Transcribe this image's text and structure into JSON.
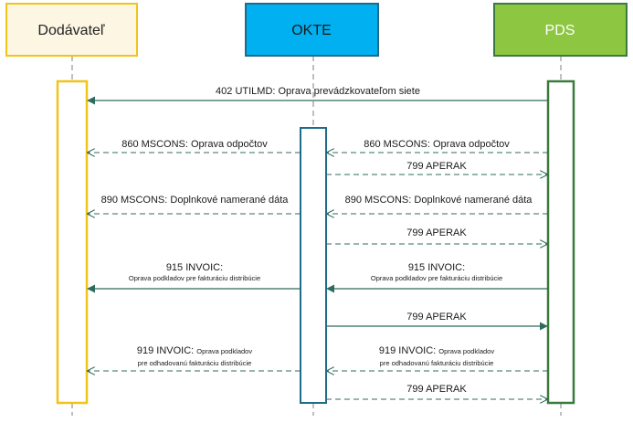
{
  "participants": {
    "supplier": {
      "label": "Dodávateľ",
      "fill": "#fdf6e3",
      "stroke": "#f0c419"
    },
    "okte": {
      "label": "OKTE",
      "fill": "#00b0f0",
      "stroke": "#1f6b8a"
    },
    "pds": {
      "label": "PDS",
      "fill": "#8dc641",
      "stroke": "#3b7a3f"
    }
  },
  "colors": {
    "lifeline": "#7f7f7f",
    "solid_arrow": "#2e6b5e",
    "dashed_arrow": "#2e6b5e"
  },
  "messages": {
    "m402": "402 UTILMD: Oprava prevádzkovateľom siete",
    "m860_left": "860 MSCONS: Oprava odpočtov",
    "m860_right": "860 MSCONS: Oprava odpočtov",
    "m799_1": "799 APERAK",
    "m890_left": "890 MSCONS: Doplnkové namerané dáta",
    "m890_right": "890 MSCONS: Doplnkové namerané dáta",
    "m799_2": "799 APERAK",
    "m915_left_title": "915 INVOIC:",
    "m915_left_sub": "Oprava podkladov pre fakturáciu distribúcie",
    "m915_right_title": "915 INVOIC:",
    "m915_right_sub": "Oprava podkladov pre fakturáciu distribúcie",
    "m799_3": "799 APERAK",
    "m919_left_title": "919 INVOIC:",
    "m919_left_inline": "Oprava podkladov",
    "m919_left_sub": "pre odhadovanú fakturáciu distribúcie",
    "m919_right_title": "919 INVOIC:",
    "m919_right_inline": "Oprava podkladov",
    "m919_right_sub": "pre odhadovanú fakturáciu distribúcie",
    "m799_4": "799 APERAK"
  }
}
